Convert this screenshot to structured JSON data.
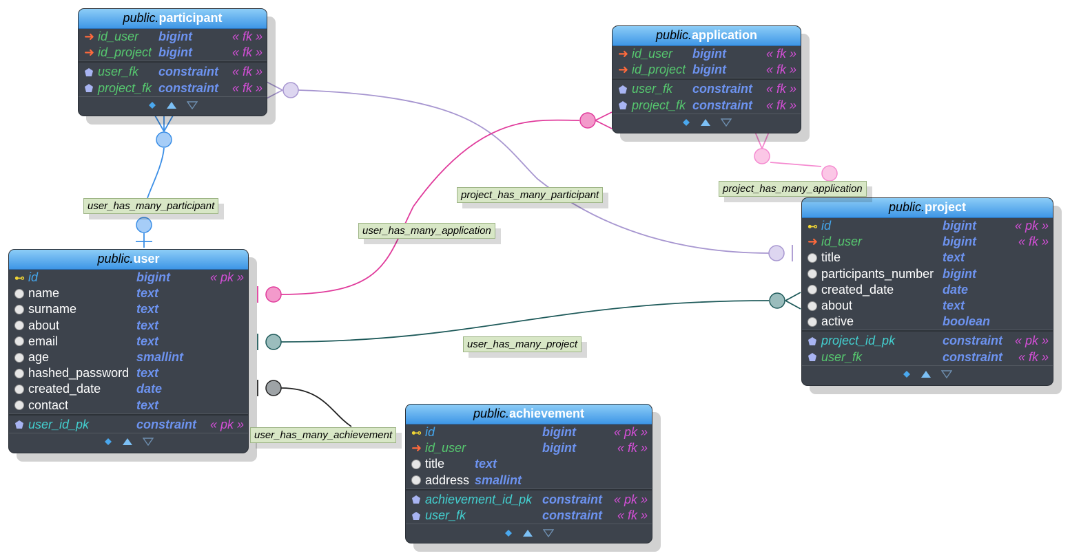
{
  "tables": {
    "participant": {
      "schema": "public.",
      "name": "participant",
      "columns": [
        {
          "name": "id_user",
          "type": "bigint",
          "flag": "« fk »"
        },
        {
          "name": "id_project",
          "type": "bigint",
          "flag": "« fk »"
        }
      ],
      "constraints": [
        {
          "name": "user_fk",
          "type": "constraint",
          "flag": "« fk »"
        },
        {
          "name": "project_fk",
          "type": "constraint",
          "flag": "« fk »"
        }
      ]
    },
    "application": {
      "schema": "public.",
      "name": "application",
      "columns": [
        {
          "name": "id_user",
          "type": "bigint",
          "flag": "« fk »"
        },
        {
          "name": "id_project",
          "type": "bigint",
          "flag": "« fk »"
        }
      ],
      "constraints": [
        {
          "name": "user_fk",
          "type": "constraint",
          "flag": "« fk »"
        },
        {
          "name": "project_fk",
          "type": "constraint",
          "flag": "« fk »"
        }
      ]
    },
    "user": {
      "schema": "public.",
      "name": "user",
      "columns": [
        {
          "name": "id",
          "type": "bigint",
          "flag": "« pk »"
        },
        {
          "name": "name",
          "type": "text",
          "flag": ""
        },
        {
          "name": "surname",
          "type": "text",
          "flag": ""
        },
        {
          "name": "about",
          "type": "text",
          "flag": ""
        },
        {
          "name": "email",
          "type": "text",
          "flag": ""
        },
        {
          "name": "age",
          "type": "smallint",
          "flag": ""
        },
        {
          "name": "hashed_password",
          "type": "text",
          "flag": ""
        },
        {
          "name": "created_date",
          "type": "date",
          "flag": ""
        },
        {
          "name": "contact",
          "type": "text",
          "flag": ""
        }
      ],
      "constraints": [
        {
          "name": "user_id_pk",
          "type": "constraint",
          "flag": "« pk »"
        }
      ]
    },
    "project": {
      "schema": "public.",
      "name": "project",
      "columns": [
        {
          "name": "id",
          "type": "bigint",
          "flag": "« pk »"
        },
        {
          "name": "id_user",
          "type": "bigint",
          "flag": "« fk »"
        },
        {
          "name": "title",
          "type": "text",
          "flag": ""
        },
        {
          "name": "participants_number",
          "type": "bigint",
          "flag": ""
        },
        {
          "name": "created_date",
          "type": "date",
          "flag": ""
        },
        {
          "name": "about",
          "type": "text",
          "flag": ""
        },
        {
          "name": "active",
          "type": "boolean",
          "flag": ""
        }
      ],
      "constraints": [
        {
          "name": "project_id_pk",
          "type": "constraint",
          "flag": "« pk »"
        },
        {
          "name": "user_fk",
          "type": "constraint",
          "flag": "« fk »"
        }
      ]
    },
    "achievement": {
      "schema": "public.",
      "name": "achievement",
      "columns": [
        {
          "name": "id",
          "type": "bigint",
          "flag": "« pk »"
        },
        {
          "name": "id_user",
          "type": "bigint",
          "flag": "« fk »"
        },
        {
          "name": "title",
          "type": "text",
          "flag": ""
        },
        {
          "name": "address",
          "type": "smallint",
          "flag": ""
        }
      ],
      "constraints": [
        {
          "name": "achievement_id_pk",
          "type": "constraint",
          "flag": "« pk »"
        },
        {
          "name": "user_fk",
          "type": "constraint",
          "flag": "« fk »"
        }
      ]
    }
  },
  "relationships": {
    "user_has_many_participant": "user_has_many_participant",
    "project_has_many_participant": "project_has_many_participant",
    "user_has_many_application": "user_has_many_application",
    "project_has_many_application": "project_has_many_application",
    "user_has_many_project": "user_has_many_project",
    "user_has_many_achievement": "user_has_many_achievement"
  },
  "colors": {
    "header_gradient_top": "#8ccdf7",
    "header_gradient_bottom": "#3e96e6",
    "table_body": "#3d434c",
    "label_bg": "#d8e7c6",
    "link_user_participant": "#3a8ee6",
    "link_project_participant": "#a796d0",
    "link_user_application": "#e03a9b",
    "link_project_application": "#f58ad0",
    "link_user_project": "#1e5a5a",
    "link_user_achievement": "#222222"
  }
}
